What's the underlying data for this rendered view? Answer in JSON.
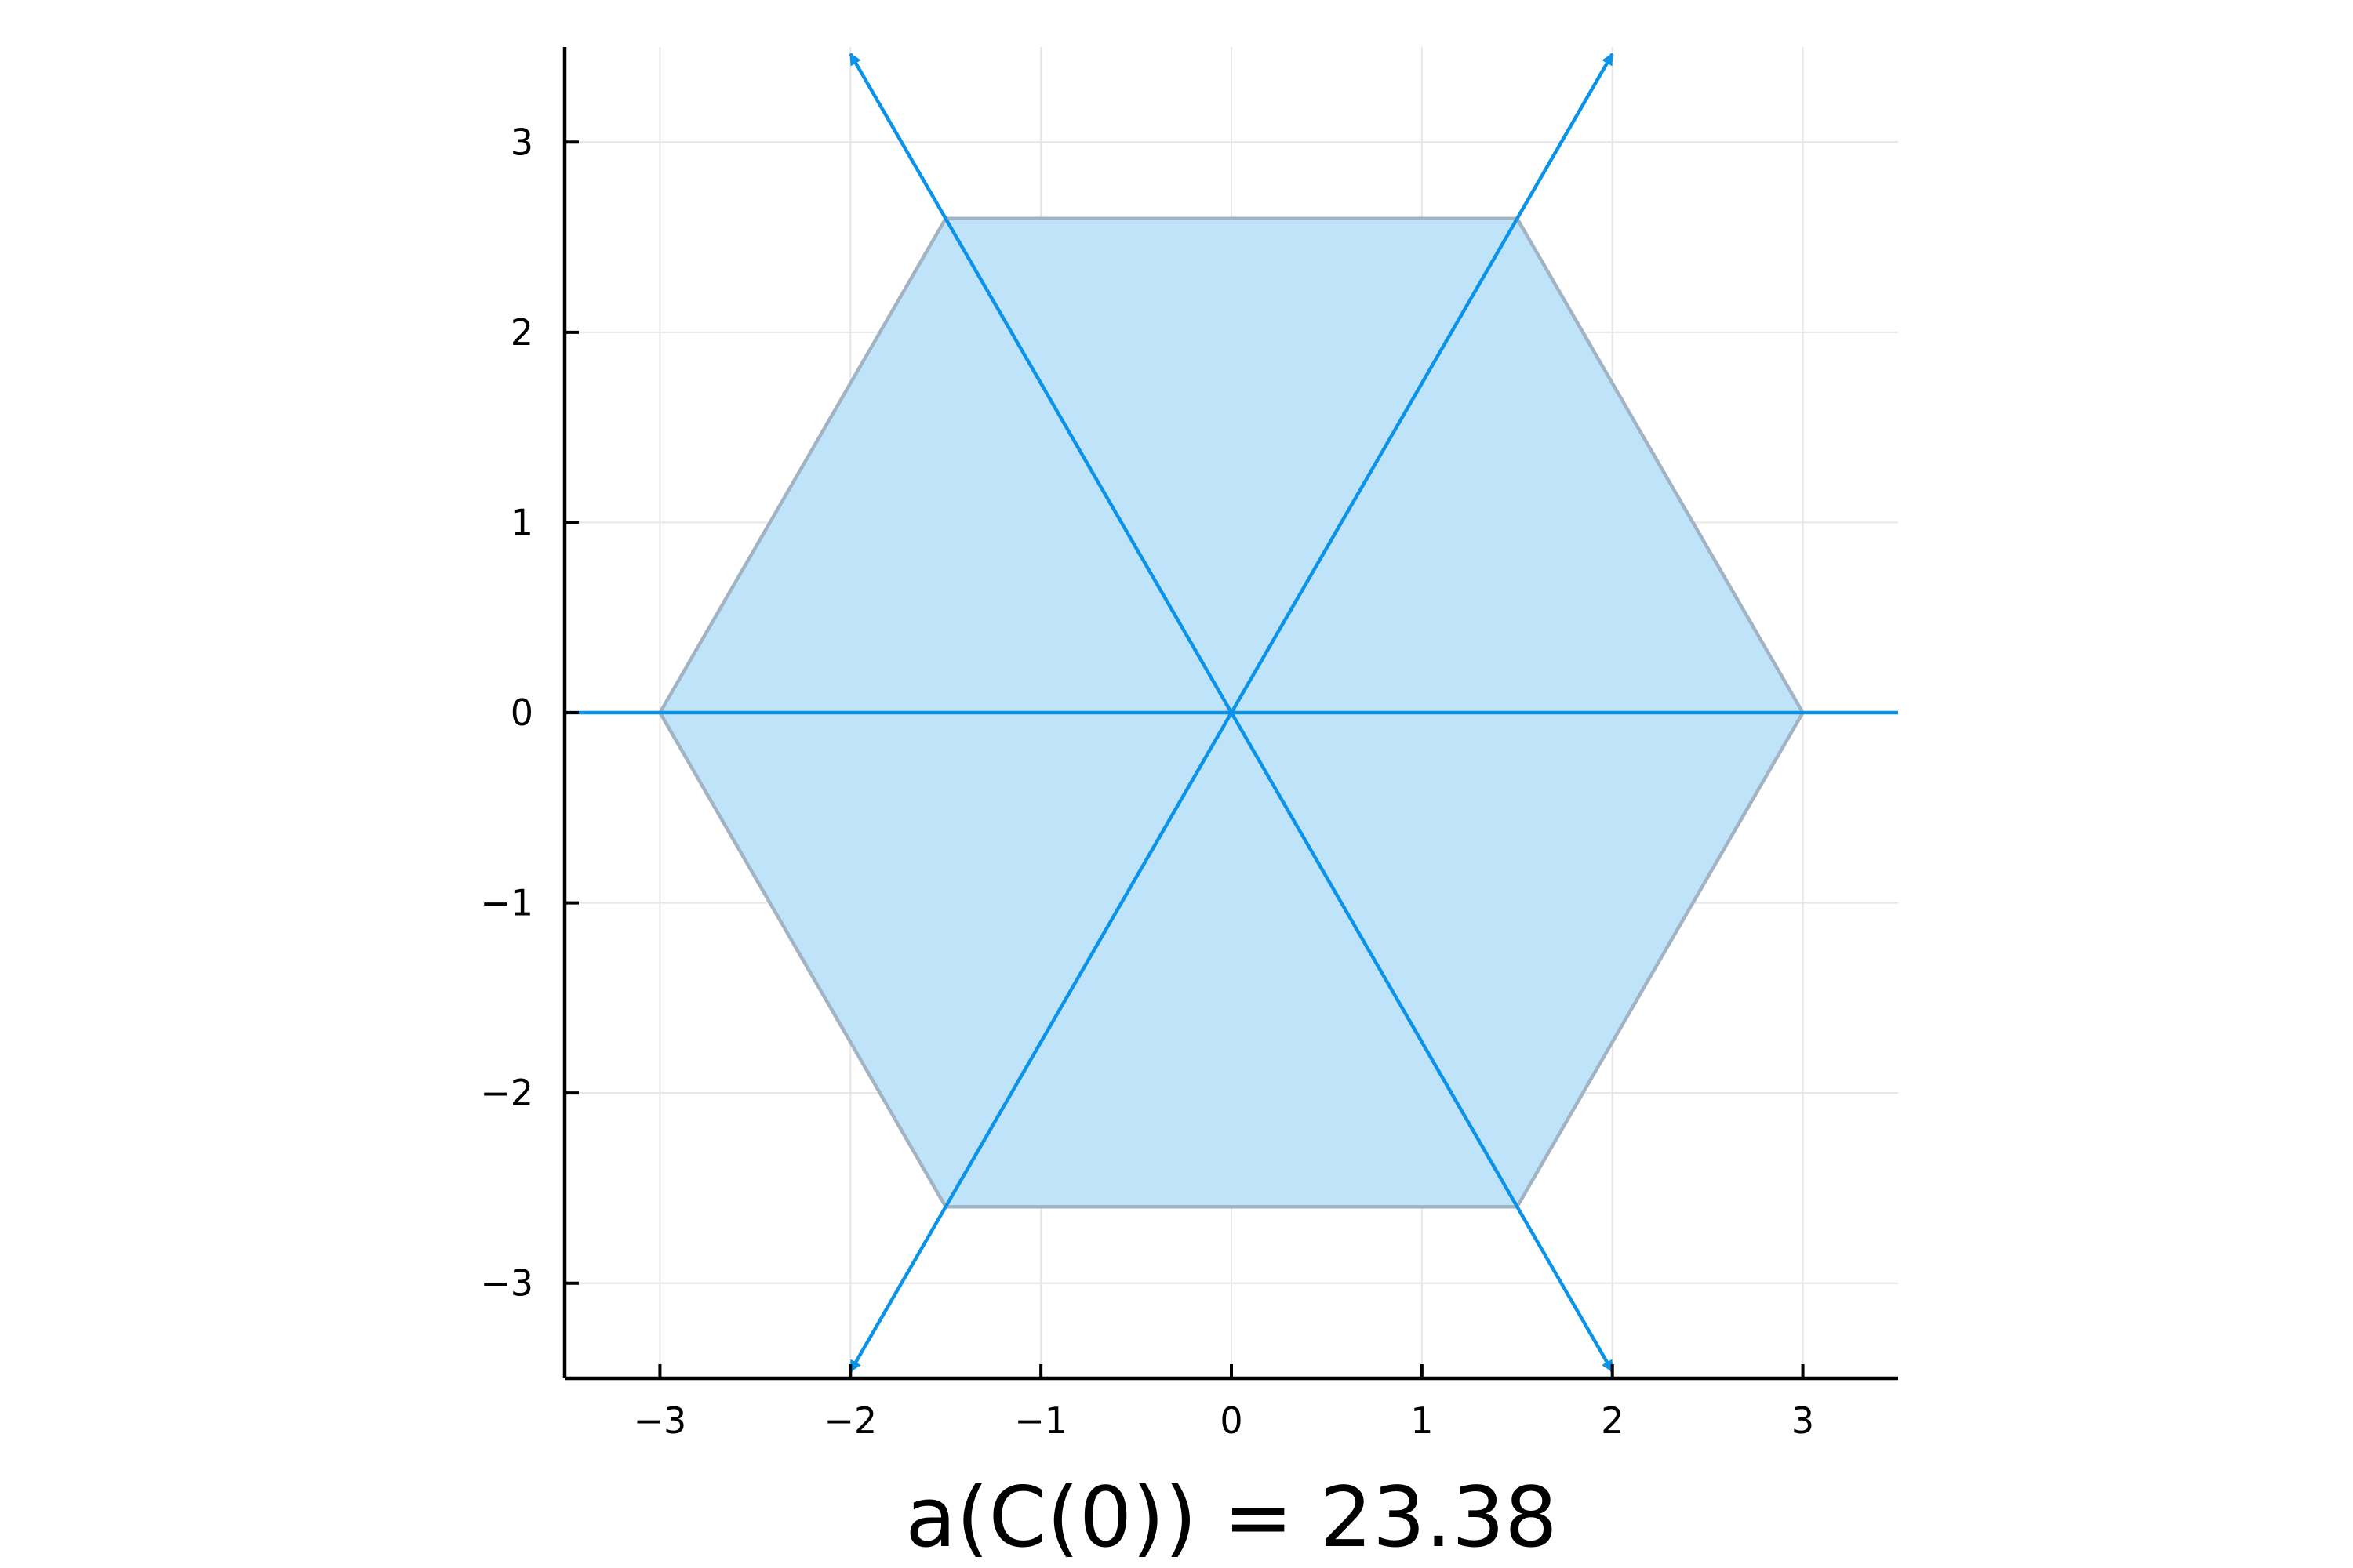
{
  "chart_data": {
    "type": "line",
    "title": "",
    "xlabel": "a(C(0)) = 23.38",
    "ylabel": "",
    "xlim": [
      -3.5,
      3.5
    ],
    "ylim": [
      -3.5,
      3.5
    ],
    "grid": true,
    "legend": "none",
    "x_ticks": [
      -3,
      -2,
      -1,
      0,
      1,
      2,
      3
    ],
    "y_ticks": [
      -3,
      -2,
      -1,
      0,
      1,
      2,
      3
    ],
    "tick_labels": {
      "x": [
        "−3",
        "−2",
        "−1",
        "0",
        "1",
        "2",
        "3"
      ],
      "y": [
        "−3",
        "−2",
        "−1",
        "0",
        "1",
        "2",
        "3"
      ]
    },
    "polygon": {
      "vertices": [
        [
          3,
          0
        ],
        [
          1.5,
          2.598
        ],
        [
          -1.5,
          2.598
        ],
        [
          -3,
          0
        ],
        [
          -1.5,
          -2.598
        ],
        [
          1.5,
          -2.598
        ]
      ],
      "fill": "#bfe3f8",
      "stroke": "#a2b3c4"
    },
    "lines": [
      {
        "x": [
          -3.5,
          3.5
        ],
        "y": [
          0,
          0
        ]
      }
    ],
    "arrows": [
      {
        "from": [
          0,
          0
        ],
        "to": [
          2,
          3.464
        ]
      },
      {
        "from": [
          0,
          0
        ],
        "to": [
          -2,
          3.464
        ]
      },
      {
        "from": [
          0,
          0
        ],
        "to": [
          2,
          -3.464
        ]
      },
      {
        "from": [
          0,
          0
        ],
        "to": [
          -2,
          -3.464
        ]
      }
    ],
    "colors": {
      "series": "#0a93e8",
      "axis": "#000000",
      "grid": "#e6e6e6"
    }
  }
}
